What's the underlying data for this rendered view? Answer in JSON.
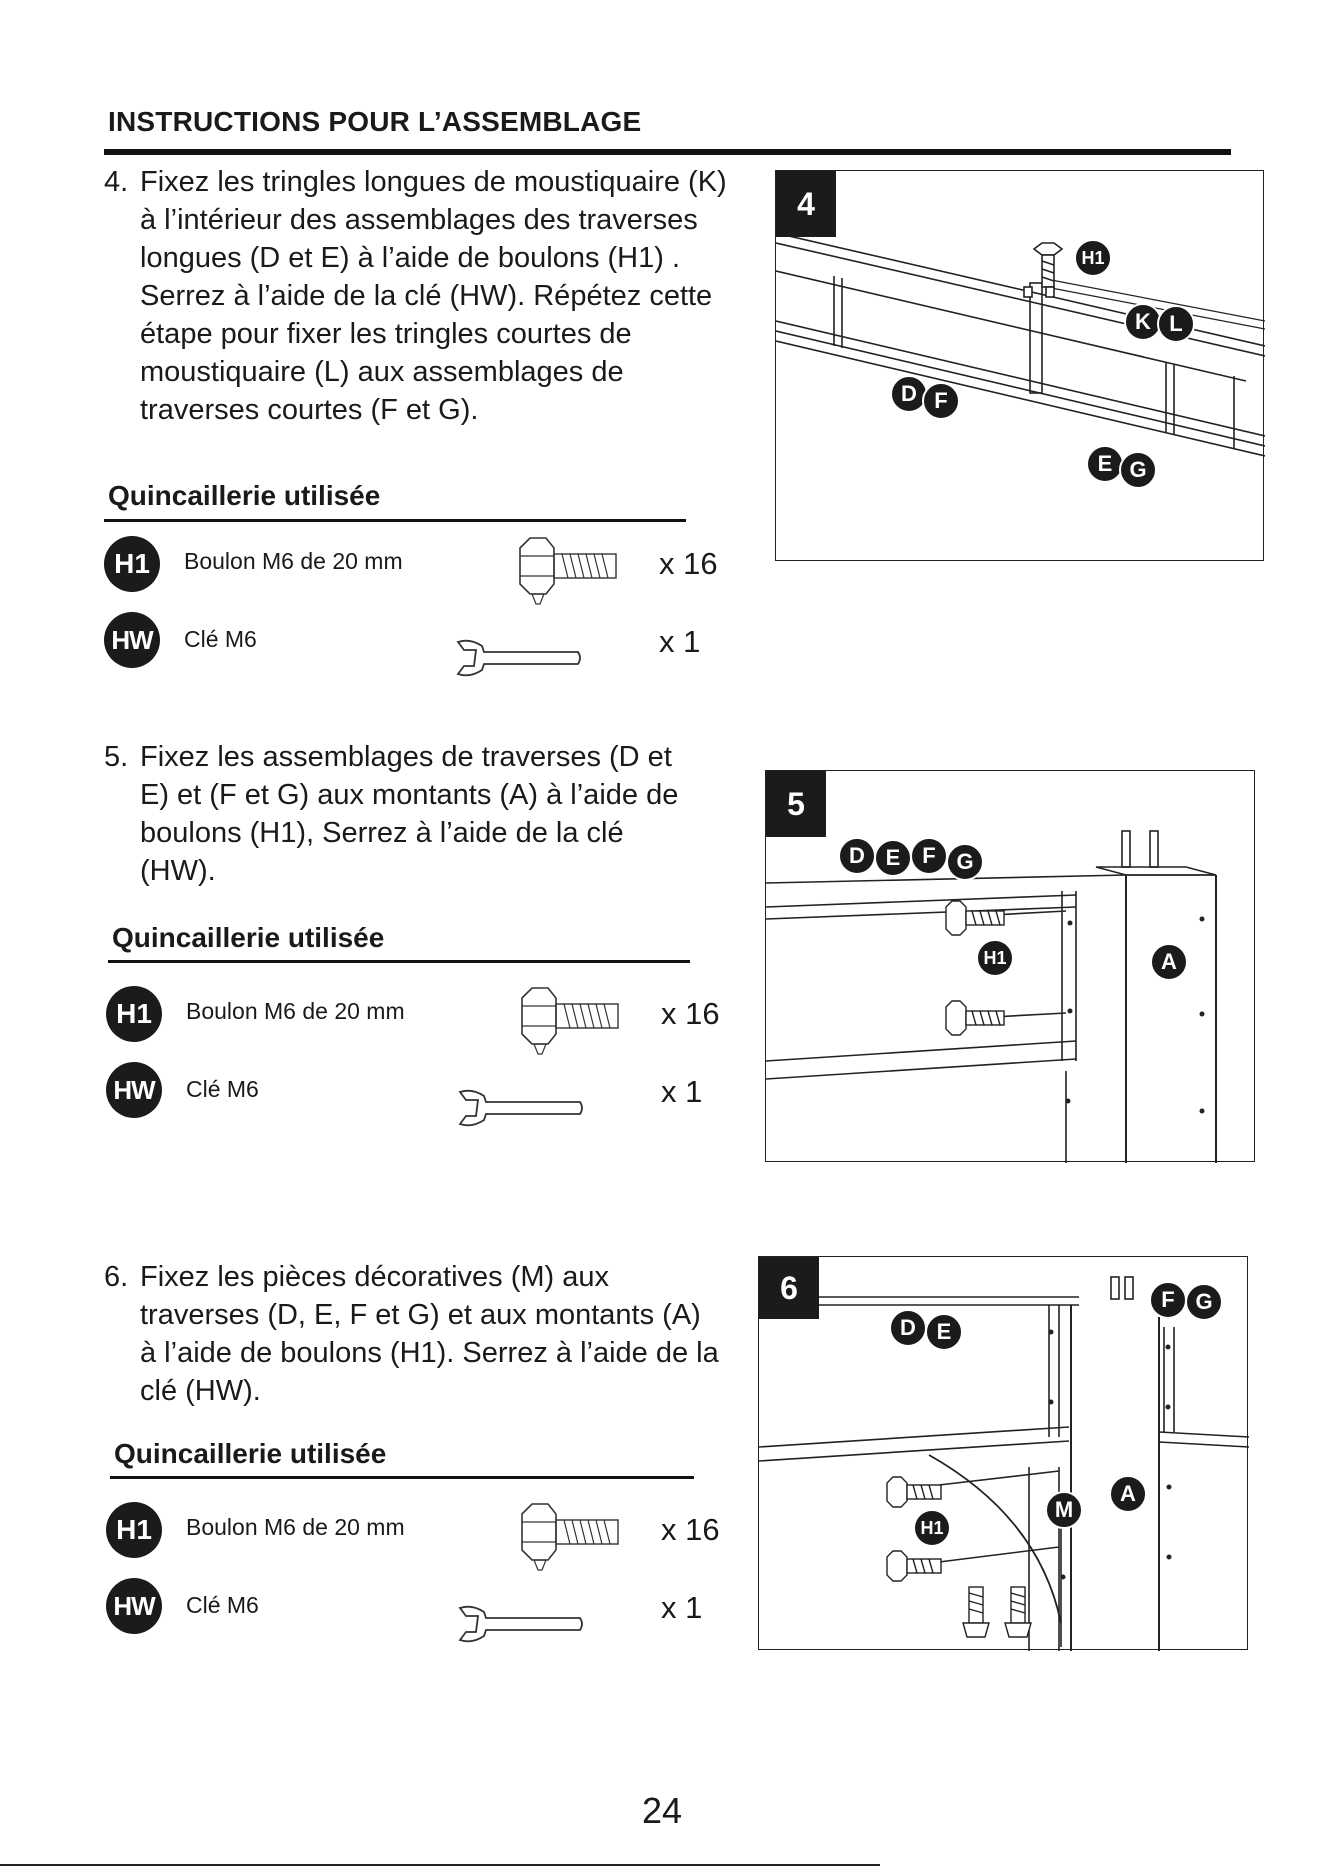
{
  "header": {
    "title": "INSTRUCTIONS POUR L’ASSEMBLAGE"
  },
  "steps": [
    {
      "number": "4.",
      "text": "Fixez les tringles longues de moustiquaire (K) à l’intérieur des assemblages des traverses longues (D et E) à l’aide de boulons (H1) . Serrez à l’aide de la clé (HW). Répétez cette étape pour fixer les tringles courtes de moustiquaire (L) aux assemblages de traverses courtes (F et G).",
      "hardware_title": "Quincaillerie utilisée",
      "hardware": [
        {
          "badge": "H1",
          "label": "Boulon M6 de 20 mm",
          "qty": "x 16",
          "icon": "bolt-icon"
        },
        {
          "badge": "HW",
          "label": "Clé M6",
          "qty": "x 1",
          "icon": "wrench-icon"
        }
      ],
      "diagram": {
        "tag": "4",
        "callouts": [
          "H1",
          "K",
          "L",
          "D",
          "F",
          "E",
          "G"
        ]
      }
    },
    {
      "number": "5.",
      "text": "Fixez les assemblages de traverses (D et E) et (F et G) aux montants (A) à l’aide de boulons (H1), Serrez à l’aide de la clé (HW).",
      "hardware_title": "Quincaillerie utilisée",
      "hardware": [
        {
          "badge": "H1",
          "label": "Boulon M6 de 20 mm",
          "qty": "x 16",
          "icon": "bolt-icon"
        },
        {
          "badge": "HW",
          "label": "Clé M6",
          "qty": "x 1",
          "icon": "wrench-icon"
        }
      ],
      "diagram": {
        "tag": "5",
        "callouts": [
          "D",
          "E",
          "F",
          "G",
          "H1",
          "A"
        ]
      }
    },
    {
      "number": "6.",
      "text": "Fixez les pièces décoratives (M) aux traverses (D, E, F et G) et aux montants (A) à l’aide de boulons (H1). Serrez à l’aide de la clé (HW).",
      "hardware_title": "Quincaillerie utilisée",
      "hardware": [
        {
          "badge": "H1",
          "label": "Boulon M6 de 20 mm",
          "qty": "x 16",
          "icon": "bolt-icon"
        },
        {
          "badge": "HW",
          "label": "Clé M6",
          "qty": "x 1",
          "icon": "wrench-icon"
        }
      ],
      "diagram": {
        "tag": "6",
        "callouts": [
          "F",
          "G",
          "D",
          "E",
          "A",
          "M",
          "H1"
        ]
      }
    }
  ],
  "page_number": "24"
}
